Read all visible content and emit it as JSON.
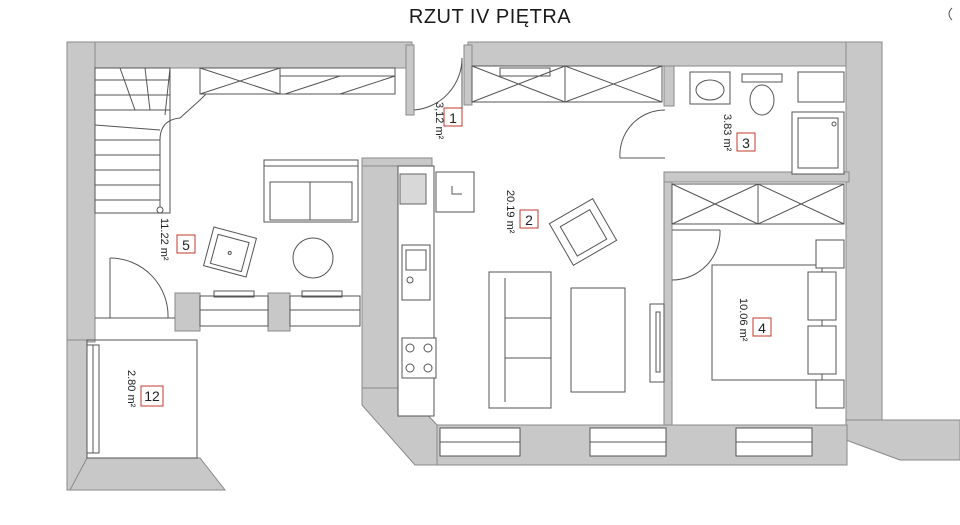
{
  "title": "RZUT IV PIĘTRA",
  "rooms": [
    {
      "id": "r1",
      "number": "1",
      "area": "3,12 m²"
    },
    {
      "id": "r2",
      "number": "2",
      "area": "20.19 m²"
    },
    {
      "id": "r3",
      "number": "3",
      "area": "3.83 m²"
    },
    {
      "id": "r4",
      "number": "4",
      "area": "10.06 m²"
    },
    {
      "id": "r5",
      "number": "5",
      "area": "11.22 m²"
    },
    {
      "id": "r12",
      "number": "12",
      "area": "2.80 m²"
    }
  ],
  "colors": {
    "wall": "#c8c8c8",
    "line": "#555555",
    "number_box": "#c0392b"
  }
}
